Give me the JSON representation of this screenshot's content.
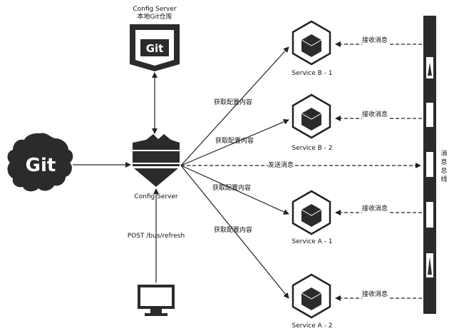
{
  "config_repo": {
    "title": "Config Server",
    "subtitle": "本地Git仓库",
    "badge_text": "Git"
  },
  "remote_git": {
    "logo_text": "Git"
  },
  "config_server": {
    "label": "Config Server"
  },
  "client": {
    "label": "POST /bus/refresh"
  },
  "services": [
    {
      "label": "Service B - 1",
      "message_label": "接收消息"
    },
    {
      "label": "Service B - 2",
      "message_label": "接收消息"
    },
    {
      "label": "Service A - 1",
      "message_label": "接收消息"
    },
    {
      "label": "Service A - 2",
      "message_label": "接收消息"
    }
  ],
  "fetch_labels": [
    "获取配置内容",
    "获取配置内容",
    "获取配置内容",
    "获取配置内容"
  ],
  "send_label": "发送消息",
  "bus_label": "消息总线",
  "colors": {
    "line": "#222222",
    "dark": "#2b2b2b",
    "white": "#ffffff"
  }
}
